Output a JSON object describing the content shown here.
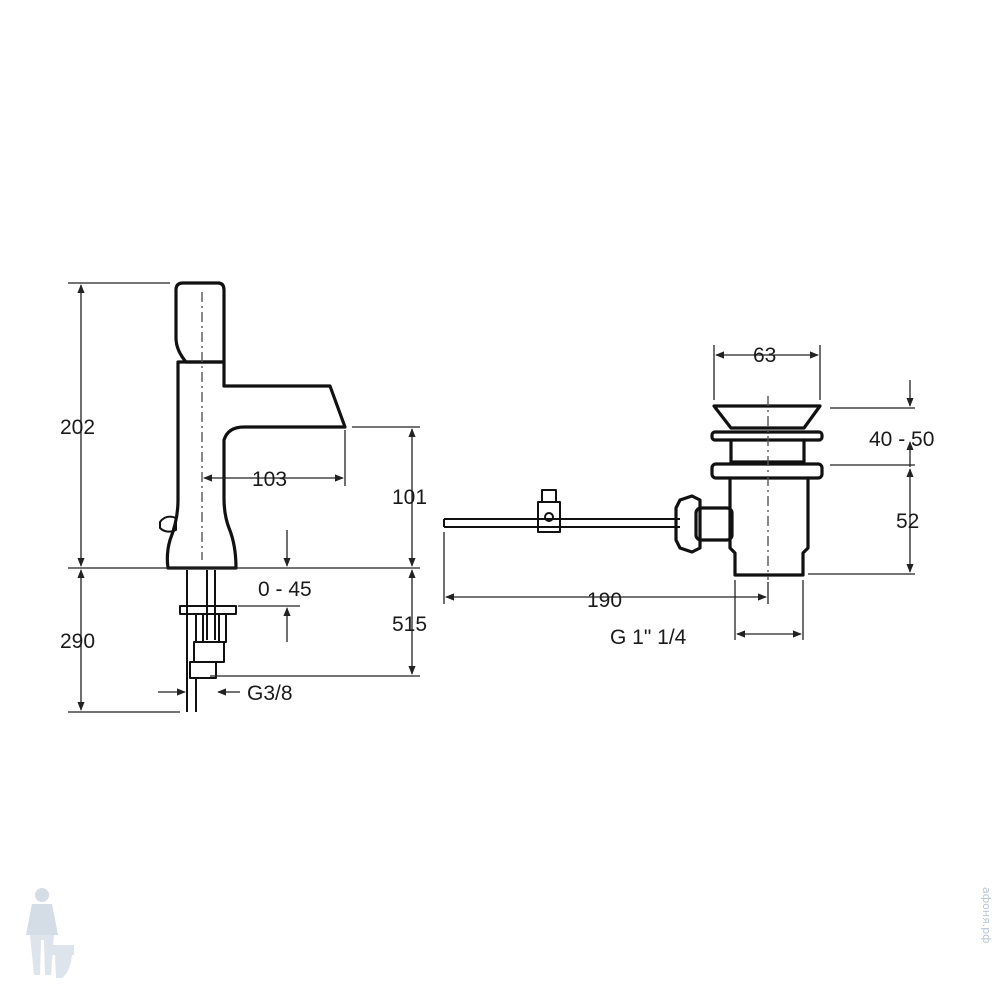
{
  "labels": {
    "faucet_height": "202",
    "spout_reach": "103",
    "spout_height": "101",
    "deck_thickness": "0 - 45",
    "below_deck": "290",
    "hose_length": "515",
    "supply_thread": "G3/8",
    "waste_diameter": "63",
    "waste_range": "40 - 50",
    "waste_height": "52",
    "rod_length": "190",
    "waste_thread": "G 1\" 1/4"
  },
  "watermark": {
    "text": "афоня.рф",
    "logo_icon": "plumber-mascot-icon"
  },
  "colors": {
    "line": "#111111",
    "watermark": "#b9c6d6"
  }
}
